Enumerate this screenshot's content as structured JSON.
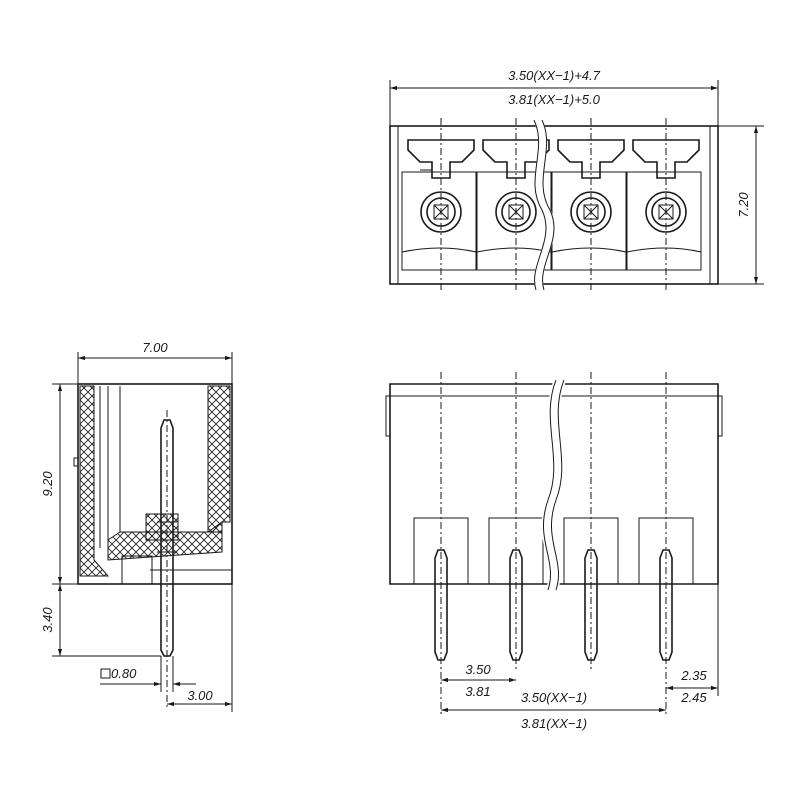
{
  "top_view": {
    "width_350": "3.50(XX−1)+4.7",
    "width_381": "3.81(XX−1)+5.0",
    "height": "7.20"
  },
  "side_view": {
    "width": "7.00",
    "body_height": "9.20",
    "pin_length": "3.40",
    "pin_square": "0.80",
    "pin_offset": "3.00"
  },
  "front_view": {
    "pitch_350": "3.50",
    "pitch_381": "3.81",
    "span_350": "3.50(XX−1)",
    "span_381": "3.81(XX−1)",
    "edge_235": "2.35",
    "edge_245": "2.45"
  }
}
